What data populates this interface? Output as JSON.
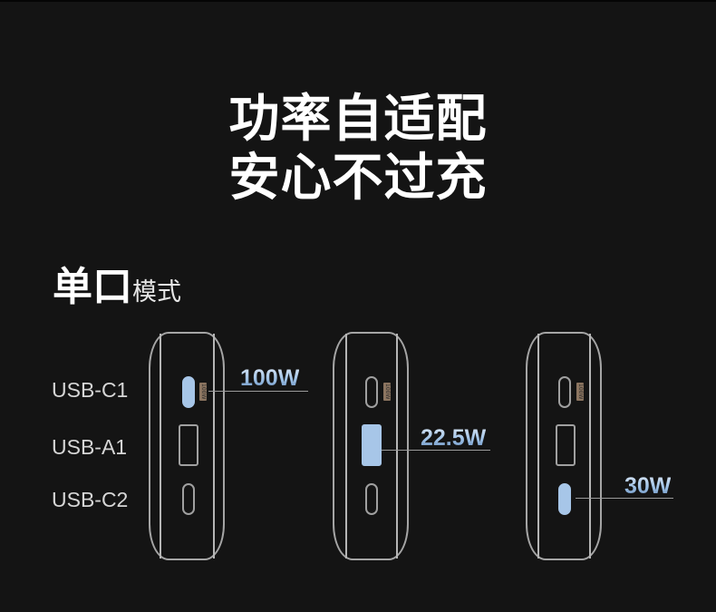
{
  "headline": {
    "line1": "功率自适配",
    "line2": "安心不过充"
  },
  "mode_title": {
    "bold": "单口",
    "regular": "模式"
  },
  "port_labels": [
    "USB-C1",
    "USB-A1",
    "USB-C2"
  ],
  "devices": [
    {
      "active_port": "USB-C1",
      "watt": "100W",
      "tag": "100W"
    },
    {
      "active_port": "USB-A1",
      "watt": "22.5W",
      "tag": "100W"
    },
    {
      "active_port": "USB-C2",
      "watt": "30W",
      "tag": "100W"
    }
  ],
  "colors": {
    "background": "#141414",
    "highlight_port": "#a7c6e8",
    "outline": "#a5a5a5",
    "tag": "#8c7560"
  }
}
